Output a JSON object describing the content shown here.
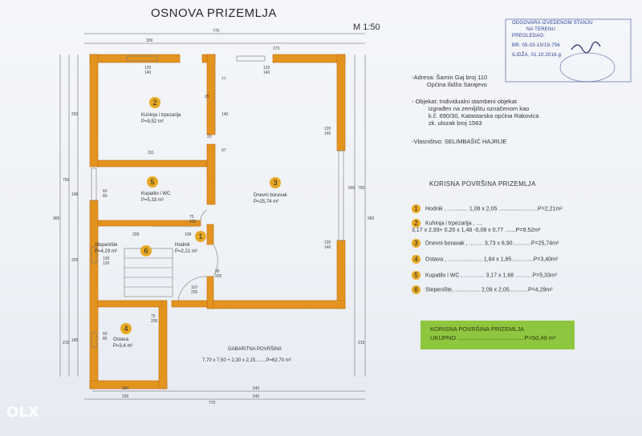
{
  "plan": {
    "title": "OSNOVA PRIZEMLJA",
    "scale": "M 1:50",
    "dims": {
      "top_total": "770",
      "top_left": "309",
      "top_right": "373",
      "bottom_total": "770",
      "bottom_a": "184",
      "bottom_b": "230",
      "bottom_c": "540",
      "bottom_d": "540",
      "left_a": "293",
      "left_b": "198",
      "left_c": "209",
      "left_d": "185",
      "left_e": "215",
      "left_total_inner": "750",
      "left_total": "965",
      "right_a": "690",
      "right_b": "750",
      "right_c": "965",
      "right_d": "215",
      "w_120_140_a": "120\n140",
      "w_120_140_b": "120\n140",
      "w_120_140_c": "120\n140",
      "w_120_140_d": "120\n140",
      "w_120_140_e": "120\n140",
      "w_60_80_a": "60\n80",
      "w_60_80_b": "60\n80",
      "w_100_120": "100\n120",
      "d_95_205": "95\n205",
      "d_75_205": "75\n205",
      "d_75_205_b": "75\n205",
      "d_110_205": "110\n205",
      "d_311": "311",
      "d_209": "209",
      "d_108": "108",
      "d_28": "28",
      "d_20": "20",
      "d_77": "77",
      "d_140": "140",
      "d_97": "97"
    },
    "rooms": [
      {
        "num": "2",
        "label": "Kuhinja i trpezarija\nP=9,52 m²"
      },
      {
        "num": "3",
        "label": "Dnevni boravak\nP=25,74 m²"
      },
      {
        "num": "5",
        "label": "Kupatilo i WC\nP=5,33 m²"
      },
      {
        "num": "6",
        "label": ""
      },
      {
        "num": "1",
        "label": "Hodnik\nP=2,21 m²"
      },
      {
        "num": "4",
        "label": "Ostava\nP=3,4 m²"
      }
    ],
    "stairs_label": "Stepenište\nP=4,29 m²",
    "gabarit_label": "GABARITNA POVRŠINA",
    "gabarit_value": "7,70 x 7,50 + 2,30 x 2,15........P=62,70 m²"
  },
  "info": {
    "adresa": "-Adresa: Šamin Gaj broj 110\n         Općina Ilidža Sarajevo",
    "objekat": "- Objekat: Individualni stambeni objekat\n          izgrađen na zemljištu označenom kao\n          k.č. 690/30, Katastarska općina Rakovica\n          zk. ulozak broj 1563",
    "vlasnistvo": "-Vlasništvo: SELIMBAŠIĆ HAJRIJE"
  },
  "legend": {
    "title": "KORISNA POVRŠINA PRIZEMLJA",
    "rows": [
      {
        "num": "1",
        "text": "Hodnik , ............. 1,08 x 2,05 .........................P=2,21m²"
      },
      {
        "num": "2",
        "text": "Kuhinja i trpezarija , ....\n3,17 x 2,93+ 0,20 x 1,48 -0,08 x 0,77 .......P=9,52m²"
      },
      {
        "num": "3",
        "text": "Dnevni boravak , ......... 3,73 x 6,90............P=25,74m²"
      },
      {
        "num": "4",
        "text": "Ostava , ...................... 1,84 x 1,85..............P=3,40m²"
      },
      {
        "num": "5",
        "text": "Kupatilo i WC , ............. 3,17 x 1,68 ...........P=5,33m²"
      },
      {
        "num": "6",
        "text": "Stepenište, ................ 2,09 x 2,05............P=4,29m²"
      }
    ],
    "total_title": "KORISNA POVRŠINA PRIZEMLJA",
    "total_value": "UKUPNO ........................................P=50,49 m²"
  },
  "stamp": {
    "line1": "ODGOVARA IZVEDENOM STANJU",
    "line2": "NA TERENU",
    "line3": "PREGLEDAO:",
    "line4": "BR: 05-03-19/19-756",
    "line5": "ILIDŽA, 01.10.2016.g."
  },
  "watermark": "OLX",
  "colors": {
    "wall": "#e3941f",
    "wall_outline": "#c06a10",
    "badge": "#e7a825",
    "total_box": "#8ec63f",
    "stamp": "#2d3f8f"
  }
}
